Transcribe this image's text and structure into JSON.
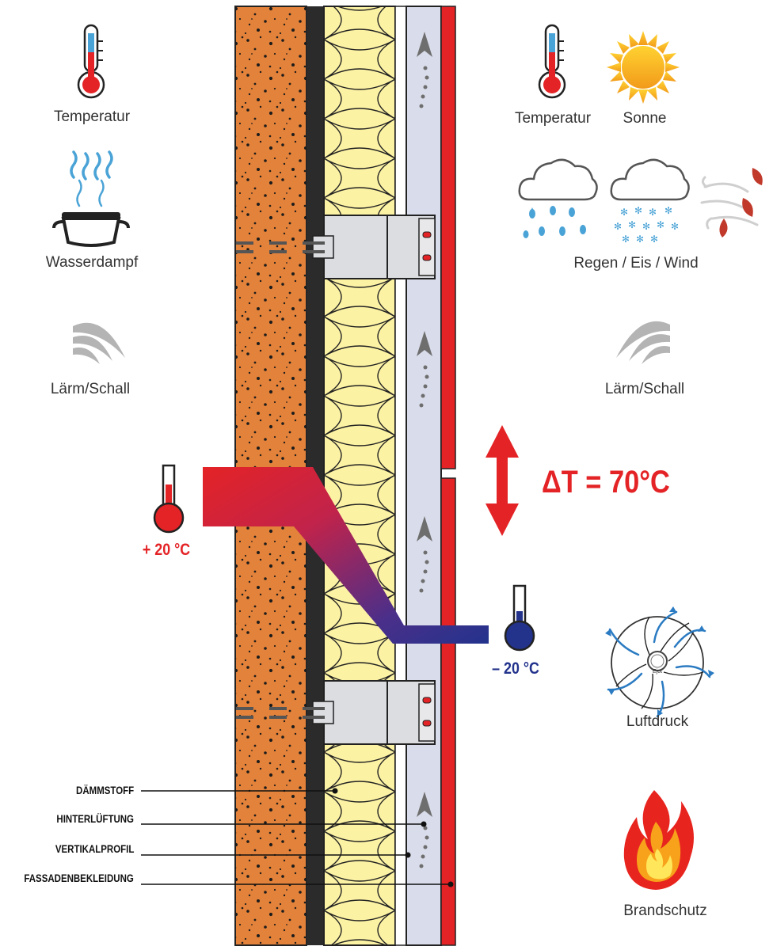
{
  "labels": {
    "left_temperature": "Temperatur",
    "water_vapor": "Wasserdampf",
    "noise_left": "Lärm/Schall",
    "right_temperature": "Temperatur",
    "sun": "Sonne",
    "rain_ice_wind": "Regen / Eis / Wind",
    "noise_right": "Lärm/Schall",
    "air_pressure": "Luftdruck",
    "fire_protection": "Brandschutz"
  },
  "temperatures": {
    "inside": "+ 20 °C",
    "outside": "– 20 °C",
    "delta": "ΔT = 70°C"
  },
  "legend": [
    "DÄMMSTOFF",
    "HINTERLÜFTUNG",
    "VERTIKALPROFIL",
    "FASSADENBEKLEIDUNG"
  ],
  "gauge_label": "Ejot",
  "colors": {
    "masonry": "#e3823a",
    "membrane": "#2b2b2b",
    "insulation": "#fcf2a4",
    "profile": "#d9dcea",
    "cladding": "#e42326",
    "warm": "#e42326",
    "cold": "#23338c",
    "label_text": "#333333"
  }
}
